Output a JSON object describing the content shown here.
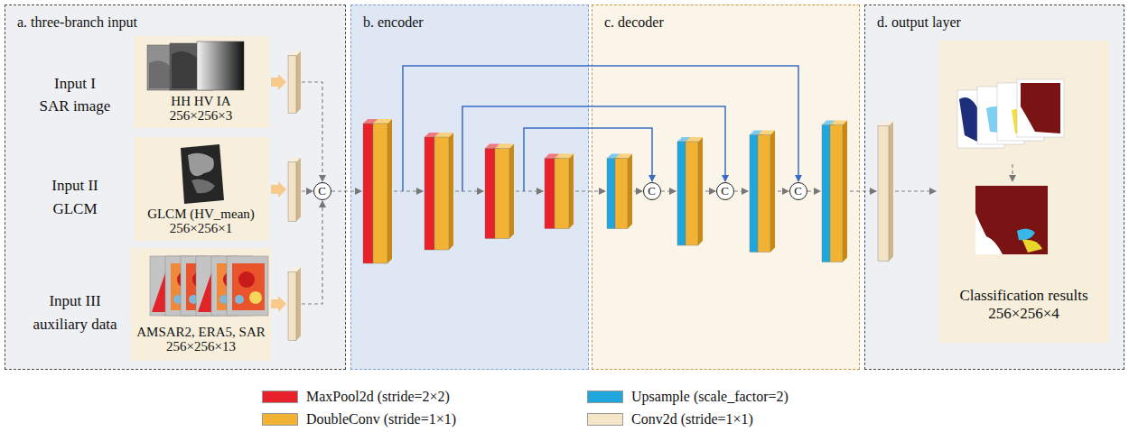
{
  "diagram": {
    "nodes": [
      {
        "text": [
          "a. three-branch input"
        ]
      },
      {
        "text": [
          "HH HV IA",
          "256×256×3"
        ],
        "in": 0
      },
      {
        "text": [
          "GLCM (HV_mean)",
          "256×256×1"
        ],
        "in": 0
      },
      {
        "text": [
          "AMSAR2, ERA5, SAR",
          "256×256×13"
        ],
        "in": 0
      },
      {
        "text": [
          "C"
        ],
        "in": 0
      },
      {
        "text": [
          "b. encoder"
        ]
      },
      {
        "text": [
          "c. decoder"
        ]
      },
      {
        "text": [
          "C"
        ],
        "in": 6
      },
      {
        "text": [
          "C"
        ],
        "in": 6
      },
      {
        "text": [
          "C"
        ],
        "in": 6
      },
      {
        "text": [
          "d. output layer"
        ]
      },
      {
        "text": [
          "Classification results",
          "256×256×4"
        ],
        "in": 10
      }
    ],
    "labels": [
      "Input I",
      "SAR image",
      "Input II",
      "GLCM",
      "Input III",
      "auxiliary data"
    ],
    "legend": [
      {
        "text": "MaxPool2d (stride=2×2)",
        "color": "#e8212b"
      },
      {
        "text": "DoubleConv (stride=1×1)",
        "color": "#f2b233"
      },
      {
        "text": "Upsample (scale_factor=2)",
        "color": "#1fa6de"
      },
      {
        "text": "Conv2d (stride=1×1)",
        "color": "#f5e6c8"
      }
    ]
  }
}
